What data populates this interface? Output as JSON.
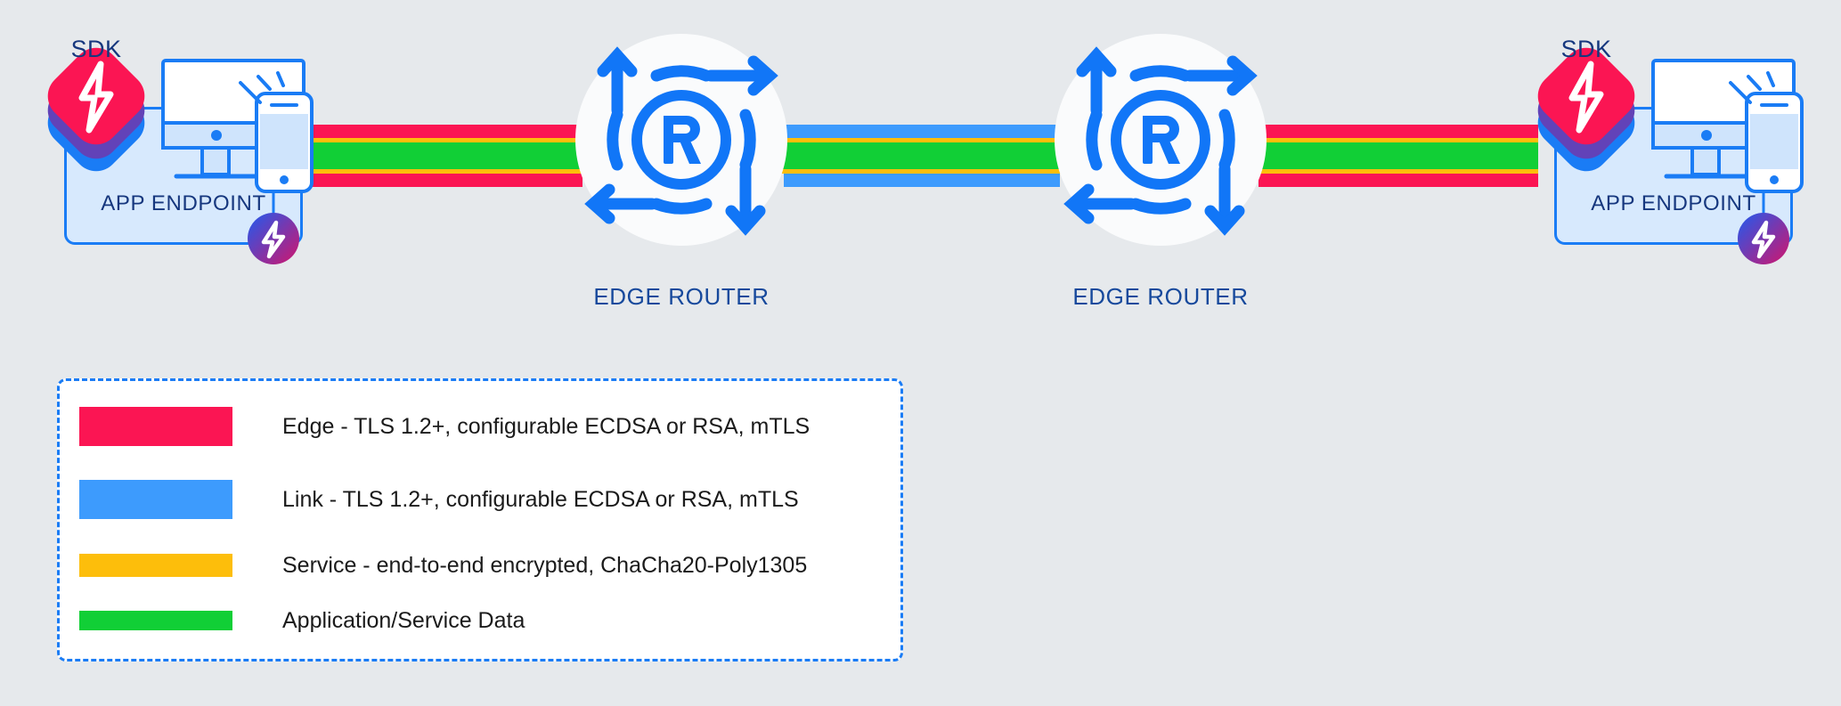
{
  "background_color": "#e6e9ec",
  "colors": {
    "edge": "#fb1553",
    "link": "#3d9bfd",
    "service": "#fdbe0b",
    "app_data": "#11cf36",
    "accent_blue": "#1a7cf5",
    "panel_fill": "#d7e9fd",
    "label_navy": "#16377e",
    "router_label": "#17499c",
    "sdk_top": "#fb1553",
    "sdk_mid": "#6242b8",
    "sdk_bottom": "#1a7cf5",
    "badge_from": "#1f5bf0",
    "badge_to": "#d3146b",
    "router_circle": "#fafbfc"
  },
  "nodes": {
    "left_endpoint": {
      "sdk_label": "SDK",
      "panel_label": "APP ENDPOINT",
      "sdk_icon": "sdk-stack-icon",
      "device_icon": "monitor-phone-icon",
      "badge_icon": "ziti-bolt-badge-icon"
    },
    "right_endpoint": {
      "sdk_label": "SDK",
      "panel_label": "APP ENDPOINT",
      "sdk_icon": "sdk-stack-icon",
      "device_icon": "monitor-phone-icon",
      "badge_icon": "ziti-bolt-badge-icon"
    },
    "left_router": {
      "label": "EDGE ROUTER",
      "icon": "router-arrows-icon"
    },
    "right_router": {
      "label": "EDGE ROUTER",
      "icon": "router-arrows-icon"
    }
  },
  "legend": {
    "items": [
      {
        "color": "#fb1553",
        "label": "Edge - TLS 1.2+, configurable ECDSA or RSA, mTLS"
      },
      {
        "color": "#3d9bfd",
        "label": "Link - TLS 1.2+, configurable ECDSA or RSA, mTLS"
      },
      {
        "color": "#fdbe0b",
        "label": "Service - end-to-end encrypted, ChaCha20-Poly1305"
      },
      {
        "color": "#11cf36",
        "label": "Application/Service Data"
      }
    ]
  }
}
